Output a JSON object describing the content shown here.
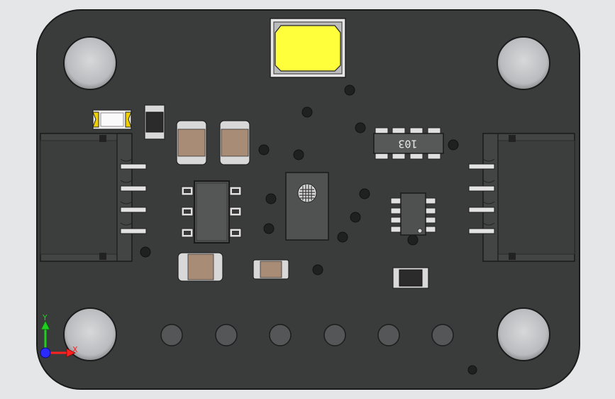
{
  "viewport": {
    "background": "#e4e6e8"
  },
  "board": {
    "color": "#3a3c3b",
    "edge": "#1b1b1b"
  },
  "components": {
    "resistor_array_label": "103",
    "led_color": "#ffff3c",
    "cap_color": "#a98c76",
    "cap_end": "#e4e4e4"
  },
  "triad": {
    "x_label": "X",
    "y_label": "Y",
    "x_color": "#ff2020",
    "y_color": "#20d020",
    "z_color": "#2a2aff"
  },
  "icons": [
    "coordinate-triad-icon"
  ]
}
